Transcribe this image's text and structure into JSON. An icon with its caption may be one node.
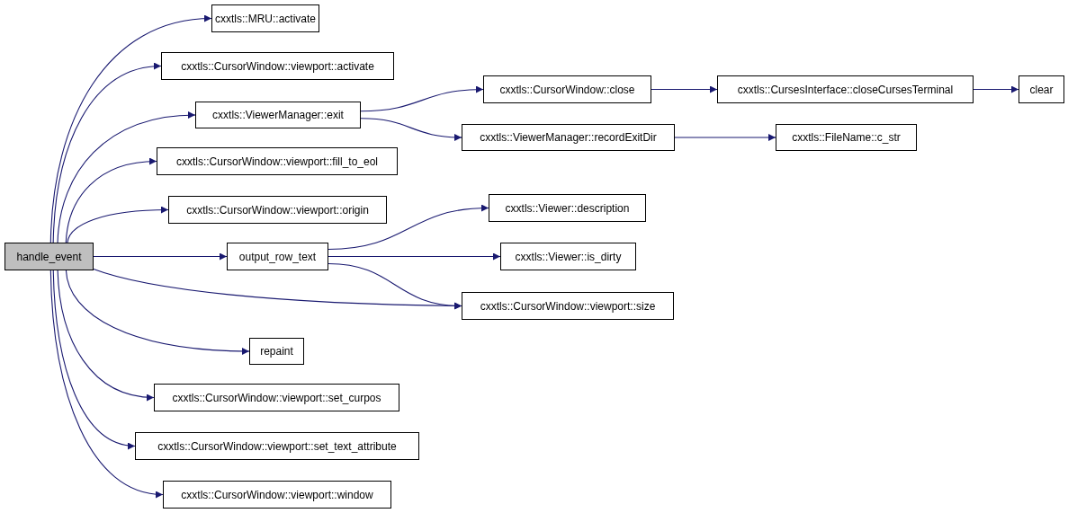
{
  "diagram": {
    "nodes": [
      {
        "text": [
          "handle_event"
        ]
      },
      {
        "text": [
          "cxxtls::MRU::activate"
        ]
      },
      {
        "text": [
          "cxxtls::CursorWindow::viewport::activate"
        ]
      },
      {
        "text": [
          "cxxtls::ViewerManager::exit"
        ]
      },
      {
        "text": [
          "cxxtls::CursorWindow::close"
        ]
      },
      {
        "text": [
          "cxxtls::CursesInterface::closeCursesTerminal"
        ]
      },
      {
        "text": [
          "clear"
        ]
      },
      {
        "text": [
          "cxxtls::ViewerManager::recordExitDir"
        ]
      },
      {
        "text": [
          "cxxtls::FileName::c_str"
        ]
      },
      {
        "text": [
          "cxxtls::CursorWindow::viewport::fill_to_eol"
        ]
      },
      {
        "text": [
          "cxxtls::CursorWindow::viewport::origin"
        ]
      },
      {
        "text": [
          "output_row_text"
        ]
      },
      {
        "text": [
          "cxxtls::Viewer::description"
        ]
      },
      {
        "text": [
          "cxxtls::Viewer::is_dirty"
        ]
      },
      {
        "text": [
          "cxxtls::CursorWindow::viewport::size"
        ]
      },
      {
        "text": [
          "repaint"
        ]
      },
      {
        "text": [
          "cxxtls::CursorWindow::viewport::set_curpos"
        ]
      },
      {
        "text": [
          "cxxtls::CursorWindow::viewport::set_text_attribute"
        ]
      },
      {
        "text": [
          "cxxtls::CursorWindow::viewport::window"
        ]
      }
    ],
    "edges": [
      {
        "from": 0,
        "to": 1,
        "arrow": "to"
      },
      {
        "from": 0,
        "to": 2,
        "arrow": "to"
      },
      {
        "from": 0,
        "to": 3,
        "arrow": "to"
      },
      {
        "from": 3,
        "to": 4,
        "arrow": "to"
      },
      {
        "from": 4,
        "to": 5,
        "arrow": "to"
      },
      {
        "from": 5,
        "to": 6,
        "arrow": "to"
      },
      {
        "from": 3,
        "to": 7,
        "arrow": "to"
      },
      {
        "from": 7,
        "to": 8,
        "arrow": "to"
      },
      {
        "from": 0,
        "to": 9,
        "arrow": "to"
      },
      {
        "from": 0,
        "to": 10,
        "arrow": "to"
      },
      {
        "from": 0,
        "to": 11,
        "arrow": "to"
      },
      {
        "from": 11,
        "to": 12,
        "arrow": "to"
      },
      {
        "from": 11,
        "to": 13,
        "arrow": "to"
      },
      {
        "from": 11,
        "to": 14,
        "arrow": "to"
      },
      {
        "from": 0,
        "to": 14,
        "arrow": "to"
      },
      {
        "from": 0,
        "to": 15,
        "arrow": "to"
      },
      {
        "from": 0,
        "to": 16,
        "arrow": "to"
      },
      {
        "from": 0,
        "to": 17,
        "arrow": "to"
      },
      {
        "from": 0,
        "to": 18,
        "arrow": "to"
      }
    ]
  }
}
